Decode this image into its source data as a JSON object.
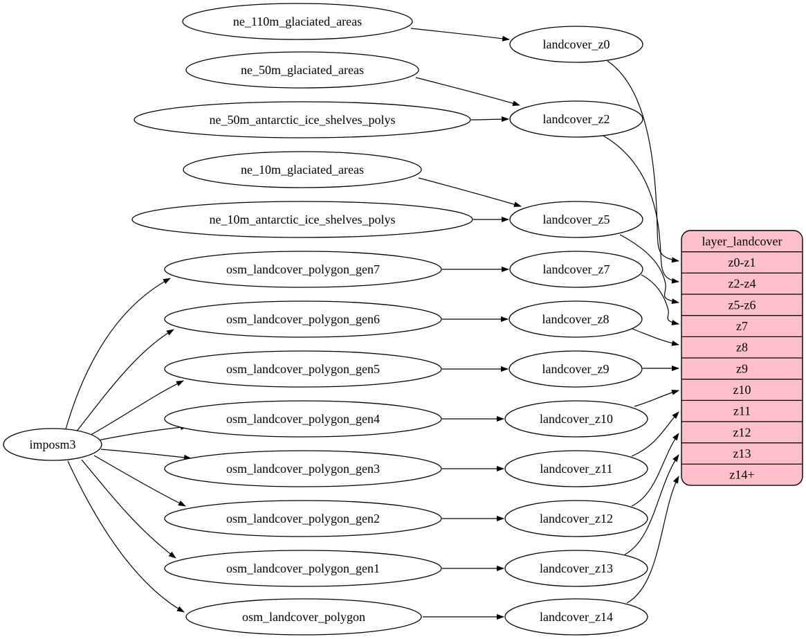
{
  "diagram": {
    "kind": "dependency-graph",
    "colors": {
      "background": "#ffffff",
      "node_fill": "#ffffff",
      "node_stroke": "#000000",
      "edge_stroke": "#000000",
      "table_fill": "#ffc0cb",
      "table_stroke": "#000000",
      "text": "#000000"
    },
    "nodes": [
      {
        "id": "imposm3",
        "label": "imposm3"
      },
      {
        "id": "ne_110m_glaciated_areas",
        "label": "ne_110m_glaciated_areas"
      },
      {
        "id": "ne_50m_glaciated_areas",
        "label": "ne_50m_glaciated_areas"
      },
      {
        "id": "ne_50m_antarctic_ice_shelves_polys",
        "label": "ne_50m_antarctic_ice_shelves_polys"
      },
      {
        "id": "ne_10m_glaciated_areas",
        "label": "ne_10m_glaciated_areas"
      },
      {
        "id": "ne_10m_antarctic_ice_shelves_polys",
        "label": "ne_10m_antarctic_ice_shelves_polys"
      },
      {
        "id": "osm_landcover_polygon_gen7",
        "label": "osm_landcover_polygon_gen7"
      },
      {
        "id": "osm_landcover_polygon_gen6",
        "label": "osm_landcover_polygon_gen6"
      },
      {
        "id": "osm_landcover_polygon_gen5",
        "label": "osm_landcover_polygon_gen5"
      },
      {
        "id": "osm_landcover_polygon_gen4",
        "label": "osm_landcover_polygon_gen4"
      },
      {
        "id": "osm_landcover_polygon_gen3",
        "label": "osm_landcover_polygon_gen3"
      },
      {
        "id": "osm_landcover_polygon_gen2",
        "label": "osm_landcover_polygon_gen2"
      },
      {
        "id": "osm_landcover_polygon_gen1",
        "label": "osm_landcover_polygon_gen1"
      },
      {
        "id": "osm_landcover_polygon",
        "label": "osm_landcover_polygon"
      },
      {
        "id": "landcover_z0",
        "label": "landcover_z0"
      },
      {
        "id": "landcover_z2",
        "label": "landcover_z2"
      },
      {
        "id": "landcover_z5",
        "label": "landcover_z5"
      },
      {
        "id": "landcover_z7",
        "label": "landcover_z7"
      },
      {
        "id": "landcover_z8",
        "label": "landcover_z8"
      },
      {
        "id": "landcover_z9",
        "label": "landcover_z9"
      },
      {
        "id": "landcover_z10",
        "label": "landcover_z10"
      },
      {
        "id": "landcover_z11",
        "label": "landcover_z11"
      },
      {
        "id": "landcover_z12",
        "label": "landcover_z12"
      },
      {
        "id": "landcover_z13",
        "label": "landcover_z13"
      },
      {
        "id": "landcover_z14",
        "label": "landcover_z14"
      }
    ],
    "table": {
      "id": "layer_landcover",
      "title": "layer_landcover",
      "rows": [
        "z0-z1",
        "z2-z4",
        "z5-z6",
        "z7",
        "z8",
        "z9",
        "z10",
        "z11",
        "z12",
        "z13",
        "z14+"
      ]
    },
    "edges": [
      {
        "from": "imposm3",
        "to": "osm_landcover_polygon_gen7"
      },
      {
        "from": "imposm3",
        "to": "osm_landcover_polygon_gen6"
      },
      {
        "from": "imposm3",
        "to": "osm_landcover_polygon_gen5"
      },
      {
        "from": "imposm3",
        "to": "osm_landcover_polygon_gen4"
      },
      {
        "from": "imposm3",
        "to": "osm_landcover_polygon_gen3"
      },
      {
        "from": "imposm3",
        "to": "osm_landcover_polygon_gen2"
      },
      {
        "from": "imposm3",
        "to": "osm_landcover_polygon_gen1"
      },
      {
        "from": "imposm3",
        "to": "osm_landcover_polygon"
      },
      {
        "from": "ne_110m_glaciated_areas",
        "to": "landcover_z0"
      },
      {
        "from": "ne_50m_glaciated_areas",
        "to": "landcover_z2"
      },
      {
        "from": "ne_50m_antarctic_ice_shelves_polys",
        "to": "landcover_z2"
      },
      {
        "from": "ne_10m_glaciated_areas",
        "to": "landcover_z5"
      },
      {
        "from": "ne_10m_antarctic_ice_shelves_polys",
        "to": "landcover_z5"
      },
      {
        "from": "osm_landcover_polygon_gen7",
        "to": "landcover_z7"
      },
      {
        "from": "osm_landcover_polygon_gen6",
        "to": "landcover_z8"
      },
      {
        "from": "osm_landcover_polygon_gen5",
        "to": "landcover_z9"
      },
      {
        "from": "osm_landcover_polygon_gen4",
        "to": "landcover_z10"
      },
      {
        "from": "osm_landcover_polygon_gen3",
        "to": "landcover_z11"
      },
      {
        "from": "osm_landcover_polygon_gen2",
        "to": "landcover_z12"
      },
      {
        "from": "osm_landcover_polygon_gen1",
        "to": "landcover_z13"
      },
      {
        "from": "osm_landcover_polygon",
        "to": "landcover_z14"
      },
      {
        "from": "landcover_z0",
        "to": "layer_landcover",
        "port": "z0-z1"
      },
      {
        "from": "landcover_z2",
        "to": "layer_landcover",
        "port": "z2-z4"
      },
      {
        "from": "landcover_z5",
        "to": "layer_landcover",
        "port": "z5-z6"
      },
      {
        "from": "landcover_z7",
        "to": "layer_landcover",
        "port": "z7"
      },
      {
        "from": "landcover_z8",
        "to": "layer_landcover",
        "port": "z8"
      },
      {
        "from": "landcover_z9",
        "to": "layer_landcover",
        "port": "z9"
      },
      {
        "from": "landcover_z10",
        "to": "layer_landcover",
        "port": "z10"
      },
      {
        "from": "landcover_z11",
        "to": "layer_landcover",
        "port": "z11"
      },
      {
        "from": "landcover_z12",
        "to": "layer_landcover",
        "port": "z12"
      },
      {
        "from": "landcover_z13",
        "to": "layer_landcover",
        "port": "z13"
      },
      {
        "from": "landcover_z14",
        "to": "layer_landcover",
        "port": "z14+"
      }
    ]
  }
}
